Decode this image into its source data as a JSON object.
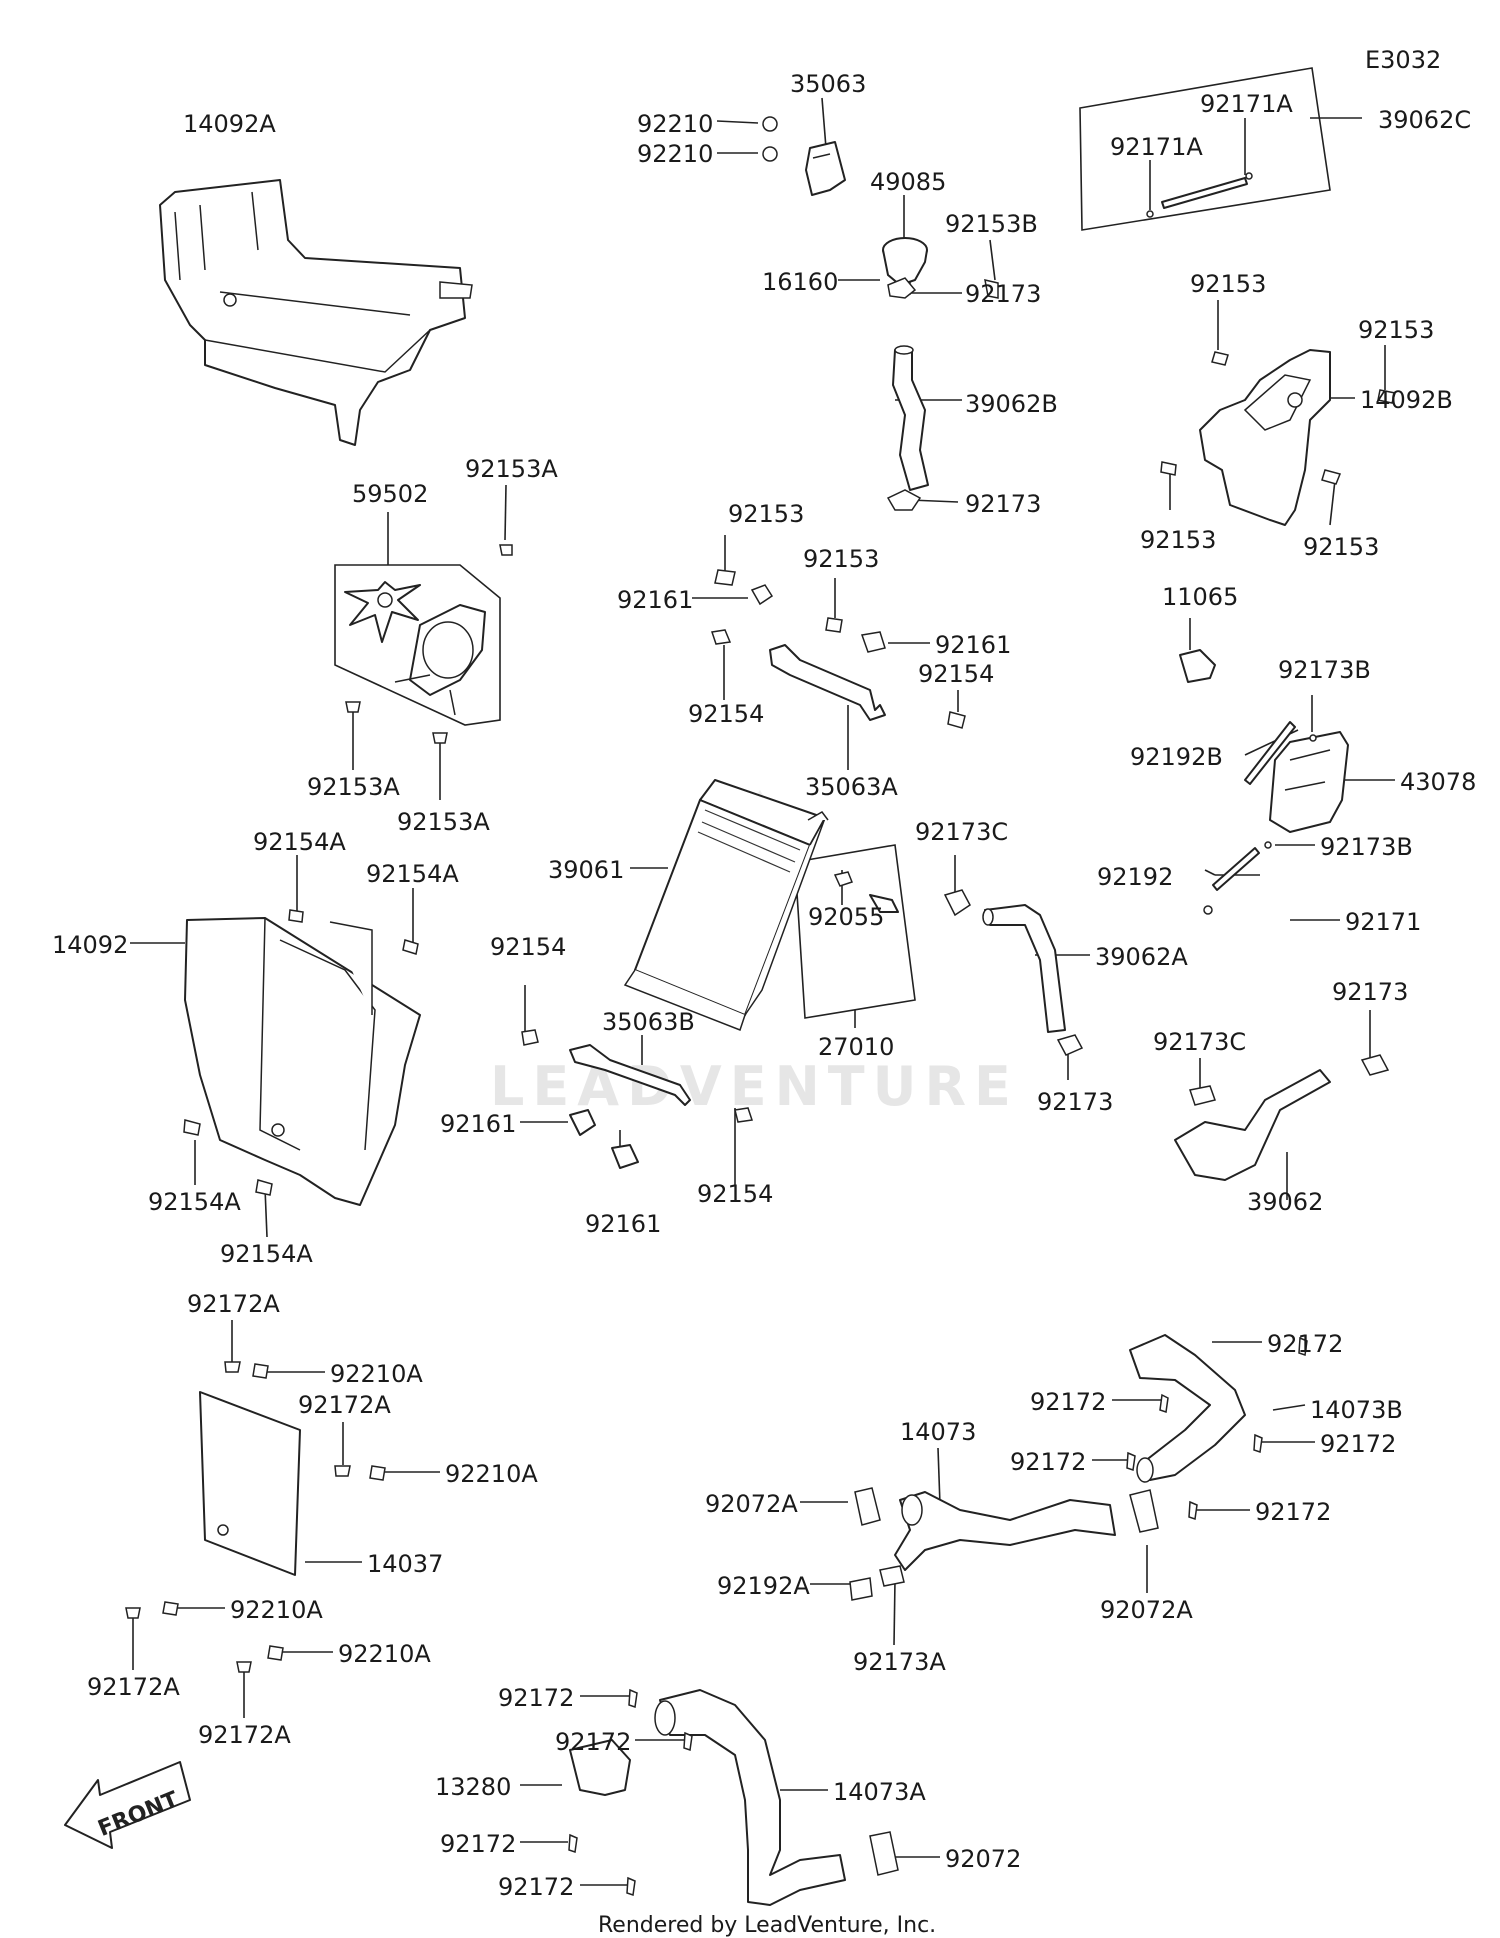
{
  "diagram_code": "E3032",
  "watermark": "LEADVENTURE",
  "footer": "Rendered by LeadVenture, Inc.",
  "front_label": "FRONT",
  "labels": {
    "l_14092A": "14092A",
    "l_35063": "35063",
    "l_92210_a": "92210",
    "l_92210_b": "92210",
    "l_49085": "49085",
    "l_16160": "16160",
    "l_92153B": "92153B",
    "l_92173_a": "92173",
    "l_39062B": "39062B",
    "l_92173_b": "92173",
    "l_92171A_a": "92171A",
    "l_92171A_b": "92171A",
    "l_39062C": "39062C",
    "l_92153_a": "92153",
    "l_92153_b": "92153",
    "l_14092B": "14092B",
    "l_92153_c": "92153",
    "l_92153_d": "92153",
    "l_11065": "11065",
    "l_92173B_a": "92173B",
    "l_92192B": "92192B",
    "l_43078": "43078",
    "l_92173B_b": "92173B",
    "l_92192": "92192",
    "l_92171": "92171",
    "l_59502": "59502",
    "l_92153A_a": "92153A",
    "l_92153A_b": "92153A",
    "l_92153A_c": "92153A",
    "l_92153_e": "92153",
    "l_92161_a": "92161",
    "l_92153_f": "92153",
    "l_92161_b": "92161",
    "l_92154_a": "92154",
    "l_92154_b": "92154",
    "l_35063A": "35063A",
    "l_39061": "39061",
    "l_92173C_a": "92173C",
    "l_92055": "92055",
    "l_27010": "27010",
    "l_39062A": "39062A",
    "l_92173_c": "92173",
    "l_92154A_a": "92154A",
    "l_92154A_b": "92154A",
    "l_14092": "14092",
    "l_92154_c": "92154",
    "l_35063B": "35063B",
    "l_92161_c": "92161",
    "l_92161_d": "92161",
    "l_92154_d": "92154",
    "l_92154A_c": "92154A",
    "l_92154A_d": "92154A",
    "l_92173C_b": "92173C",
    "l_92173_d": "92173",
    "l_39062": "39062",
    "l_92172A_a": "92172A",
    "l_92210A_a": "92210A",
    "l_92172A_b": "92172A",
    "l_92210A_b": "92210A",
    "l_14037": "14037",
    "l_92210A_c": "92210A",
    "l_92172A_c": "92172A",
    "l_92210A_d": "92210A",
    "l_92172A_d": "92172A",
    "l_92172_a": "92172",
    "l_92172_b": "92172",
    "l_14073B": "14073B",
    "l_92172_c": "92172",
    "l_92172_d": "92172",
    "l_14073": "14073",
    "l_92172_e": "92172",
    "l_92072A_a": "92072A",
    "l_92192A": "92192A",
    "l_92173A": "92173A",
    "l_92072A_b": "92072A",
    "l_92172_f": "92172",
    "l_92172_g": "92172",
    "l_13280": "13280",
    "l_14073A": "14073A",
    "l_92172_h": "92172",
    "l_92072": "92072",
    "l_92172_i": "92172"
  }
}
